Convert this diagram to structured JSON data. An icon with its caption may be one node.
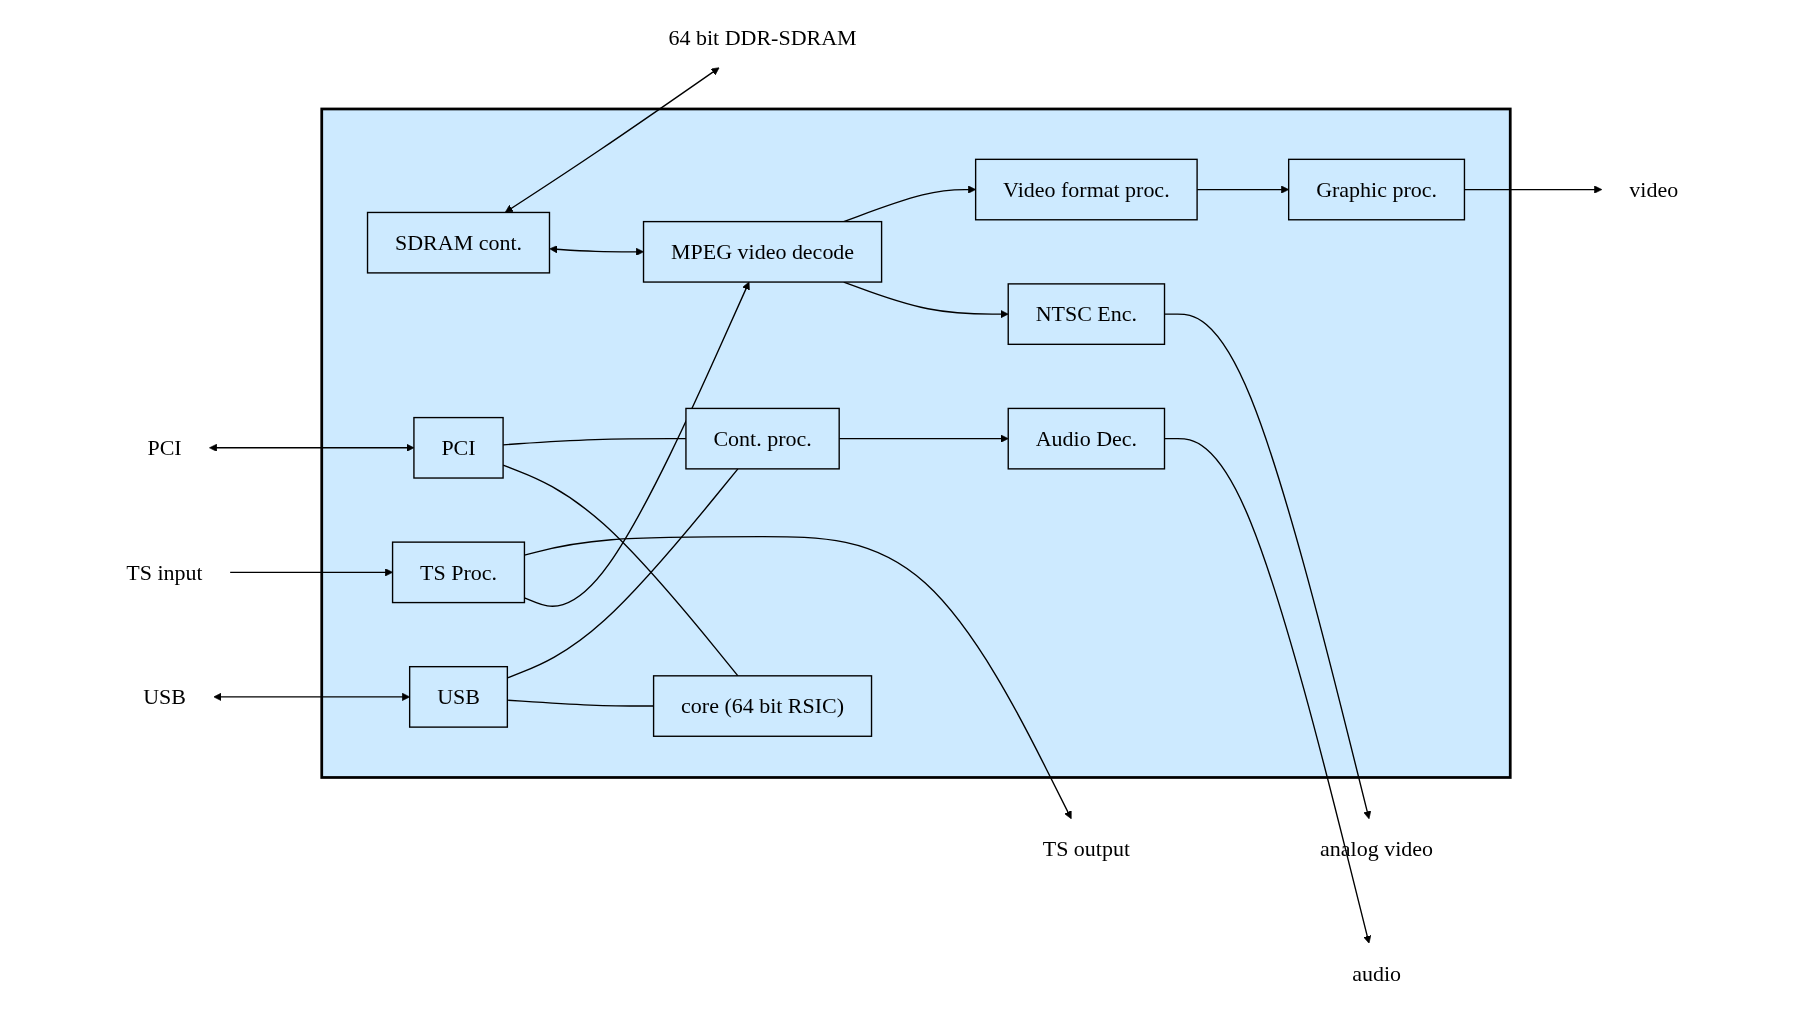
{
  "diagram": {
    "nodes": [
      {
        "text": [],
        "shape": "box"
      },
      {
        "text": [
          "64 bit DDR-SDRAM"
        ]
      },
      {
        "text": [
          "SDRAM cont."
        ],
        "in": 0
      },
      {
        "text": [
          "TS input"
        ]
      },
      {
        "text": [
          "TS output"
        ]
      },
      {
        "text": [
          "TS Proc."
        ],
        "in": 0
      },
      {
        "text": [
          "MPEG video decode"
        ],
        "in": 0
      },
      {
        "text": [
          "Video format proc."
        ],
        "in": 0
      },
      {
        "text": [
          "Graphic proc."
        ],
        "in": 0
      },
      {
        "text": [
          "video"
        ]
      },
      {
        "text": [
          "PCI"
        ]
      },
      {
        "text": [
          "PCI"
        ],
        "in": 0
      },
      {
        "text": [
          "Cont. proc."
        ],
        "in": 0
      },
      {
        "text": [
          "Audio Dec."
        ],
        "in": 0
      },
      {
        "text": [
          "audio"
        ]
      },
      {
        "text": [
          "USB"
        ]
      },
      {
        "text": [
          "USB"
        ],
        "in": 0
      },
      {
        "text": [
          "core (64 bit RSIC)"
        ],
        "in": 0
      },
      {
        "text": [
          "NTSC Enc."
        ],
        "in": 0
      },
      {
        "text": [
          "analog video"
        ]
      }
    ],
    "edges": [
      {
        "from": 2,
        "to": 1,
        "arrow": "both"
      },
      {
        "from": 2,
        "to": 6,
        "arrow": "both"
      },
      {
        "from": 3,
        "to": 5,
        "arrow": "to"
      },
      {
        "from": 5,
        "to": 4,
        "arrow": "to"
      },
      {
        "from": 5,
        "to": 6,
        "arrow": "to"
      },
      {
        "from": 6,
        "to": 7,
        "arrow": "to"
      },
      {
        "from": 7,
        "to": 8,
        "arrow": "to"
      },
      {
        "from": 8,
        "to": 9,
        "arrow": "to"
      },
      {
        "from": 10,
        "to": 11,
        "arrow": "both"
      },
      {
        "from": 15,
        "to": 16,
        "arrow": "both"
      },
      {
        "from": 11,
        "to": 12,
        "arrow": "none"
      },
      {
        "from": 11,
        "to": 17,
        "arrow": "none"
      },
      {
        "from": 16,
        "to": 12,
        "arrow": "none"
      },
      {
        "from": 16,
        "to": 17,
        "arrow": "none"
      },
      {
        "from": 12,
        "to": 13,
        "arrow": "to"
      },
      {
        "from": 13,
        "to": 14,
        "arrow": "to"
      },
      {
        "from": 6,
        "to": 18,
        "arrow": "to"
      },
      {
        "from": 18,
        "to": 19,
        "arrow": "to"
      }
    ]
  }
}
